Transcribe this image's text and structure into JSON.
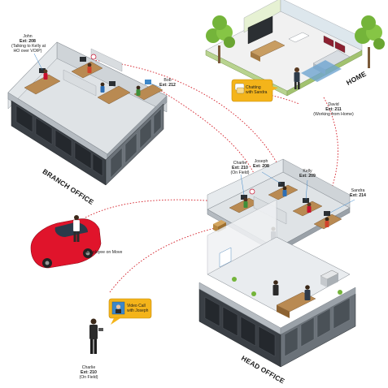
{
  "locations": {
    "branch_office": "BRANCH OFFICE",
    "head_office": "HEAD OFFICE",
    "home": "HOME"
  },
  "people": {
    "john": {
      "name": "John",
      "ext": "Ext: 208",
      "note1": "(Talking to Kelly at",
      "note2": "HO over VOIP)"
    },
    "bob": {
      "name": "Bob",
      "ext": "Ext: 212"
    },
    "david": {
      "name": "David",
      "ext": "Ext: 211",
      "note1": "(Working from Home)"
    },
    "charlie_ho": {
      "name": "Charlie",
      "ext": "Ext: 210",
      "note1": "(On Field)"
    },
    "joseph": {
      "name": "Joseph",
      "ext": "Ext: 208"
    },
    "kelly": {
      "name": "Kelly",
      "ext": "Ext: 209"
    },
    "sandra": {
      "name": "Sandra",
      "ext": "Ext: 214"
    },
    "charlie_field": {
      "name": "Charlie",
      "ext": "Ext: 210",
      "note1": "(On Field)"
    }
  },
  "captions": {
    "employee_on_move": "Employee on Move",
    "chatting_1": "Chatting",
    "chatting_2": "with Sandra",
    "video_1": "Video Call",
    "video_2": "with Joseph"
  },
  "colors": {
    "wall_light": "#e9ecef",
    "wall_mid": "#c9ced3",
    "floor": "#dfe3e6",
    "facade_dark": "#3a3f45",
    "window_dark": "#24282d",
    "tree_green": "#74b43a",
    "car_red": "#e0142b",
    "link_red": "#d4202a",
    "bubble_yellow": "#f4b41a",
    "screen_blue": "#3d87c9"
  },
  "icons": [
    "tree-icon",
    "car-icon",
    "person-icon",
    "desk-icon",
    "tv-icon",
    "laptop-icon",
    "chat-bubble-icon",
    "video-call-icon",
    "phone-icon"
  ]
}
